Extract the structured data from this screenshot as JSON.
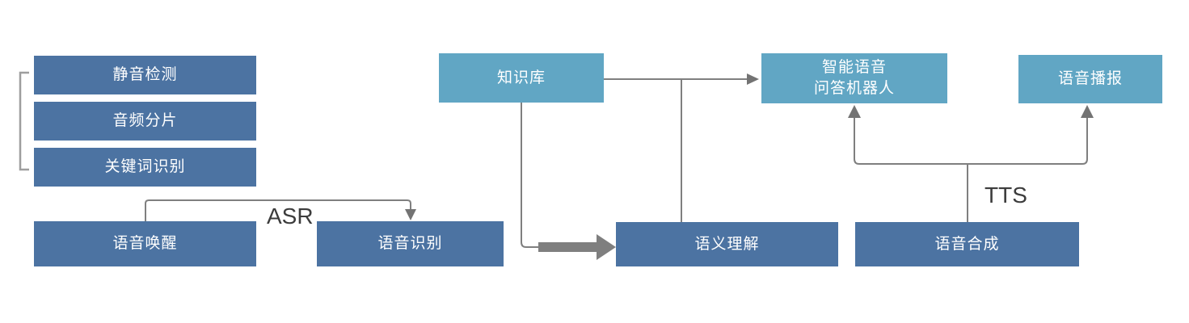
{
  "diagram": {
    "colors": {
      "dark_box": "#4C73A2",
      "light_box": "#61A6C4",
      "line_color": "#7F7F7F",
      "arrow_color": "#737373",
      "bracket_color": "#9E9E9E",
      "label_text": "#3C3C3C",
      "box_text": "#FFFFFF",
      "bg": "#FFFFFF"
    },
    "nodes": {
      "silence_detection": {
        "label": "静音检测"
      },
      "audio_segmentation": {
        "label": "音频分片"
      },
      "keyword_recognition": {
        "label": "关键词识别"
      },
      "voice_wakeup": {
        "label": "语音唤醒"
      },
      "speech_recognition": {
        "label": "语音识别"
      },
      "knowledge_base": {
        "label": "知识库"
      },
      "semantic_understanding": {
        "label": "语义理解"
      },
      "speech_synthesis": {
        "label": "语音合成"
      },
      "qa_robot": {
        "label_line1": "智能语音",
        "label_line2": "问答机器人"
      },
      "voice_broadcast": {
        "label": "语音播报"
      }
    },
    "edge_labels": {
      "asr": "ASR",
      "tts": "TTS"
    }
  }
}
